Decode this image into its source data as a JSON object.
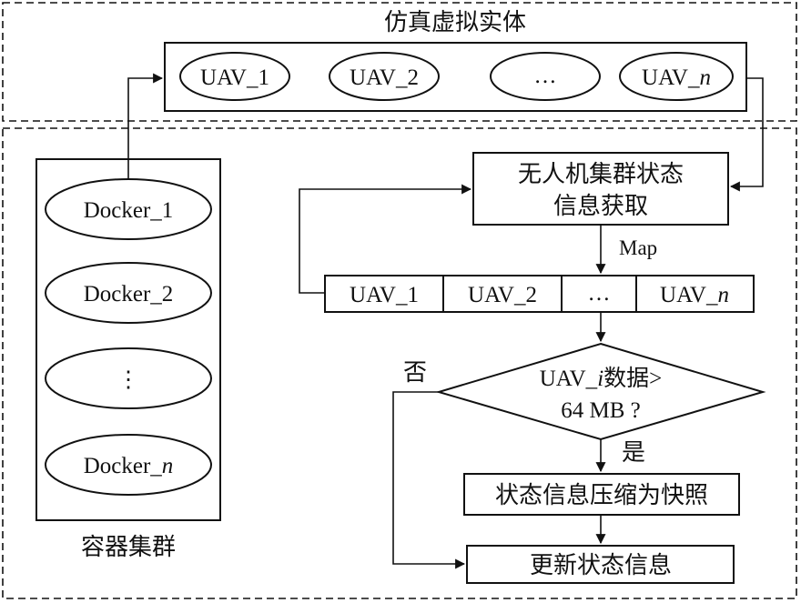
{
  "sim_region": {
    "title": "仿真虚拟实体",
    "uavs": [
      "UAV_1",
      "UAV_2",
      "…",
      "UAV_"
    ],
    "last_suffix": "n"
  },
  "container_cluster": {
    "caption": "容器集群",
    "dockers": [
      "Docker_1",
      "Docker_2",
      "⋮",
      "Docker_"
    ],
    "last_suffix": "n"
  },
  "flow": {
    "acquire_line1": "无人机集群状态",
    "acquire_line2": "信息获取",
    "map_label": "Map",
    "map_cells": [
      "UAV_1",
      "UAV_2",
      "…",
      "UAV_"
    ],
    "map_last_suffix": "n",
    "decision_line1_prefix": "UAV_",
    "decision_line1_italic": "i",
    "decision_line1_suffix": "数据>",
    "decision_line2": "64 MB ?",
    "no_label": "否",
    "yes_label": "是",
    "compress": "状态信息压缩为快照",
    "update": "更新状态信息"
  }
}
